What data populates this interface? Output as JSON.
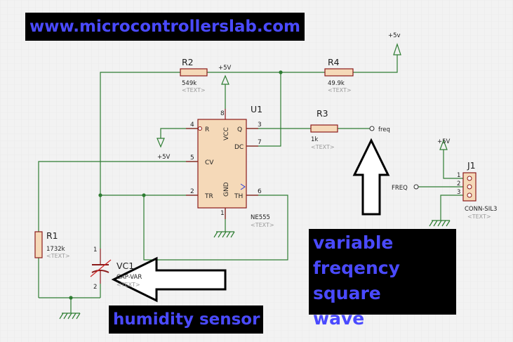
{
  "banners": {
    "website": "www.microcontrollerslab.com",
    "sensor": "humidity sensor",
    "output_line1": "variable",
    "output_line2": "freqency square",
    "output_line3": "wave"
  },
  "components": {
    "r1": {
      "ref": "R1",
      "value": "1732k",
      "placeholder": "<TEXT>"
    },
    "r2": {
      "ref": "R2",
      "value": "549k",
      "placeholder": "<TEXT>"
    },
    "r3": {
      "ref": "R3",
      "value": "1k",
      "placeholder": "<TEXT>"
    },
    "r4": {
      "ref": "R4",
      "value": "49.9k",
      "placeholder": "<TEXT>"
    },
    "u1": {
      "ref": "U1",
      "part": "NE555",
      "placeholder": "<TEXT>"
    },
    "vc1": {
      "ref": "VC1",
      "value": "CAP-VAR",
      "placeholder": "<TEXT>"
    },
    "j1": {
      "ref": "J1",
      "part": "CONN-SIL3",
      "placeholder": "<TEXT>"
    }
  },
  "ic_pins": {
    "r": "R",
    "vcc": "VCC",
    "q": "Q",
    "dc": "DC",
    "cv": "CV",
    "tr": "TR",
    "gnd": "GND",
    "th": "TH",
    "num_4": "4",
    "num_8": "8",
    "num_3": "3",
    "num_7": "7",
    "num_5": "5",
    "num_2": "2",
    "num_1": "1",
    "num_6": "6"
  },
  "power": {
    "plus5v_r2": "+5V",
    "plus5v_r4": "+5v",
    "plus5v_cv": "+5V",
    "plus5v_j1": "+5V"
  },
  "nets": {
    "freq_out": "freq",
    "freq_in": "FREQ"
  },
  "connector_pins": [
    "1",
    "2",
    "3"
  ],
  "cap_pins": [
    "1",
    "2"
  ],
  "colors": {
    "wire": "#2e7d32",
    "component": "#8b1a1a",
    "component_fill": "#f5d9b8",
    "banner_bg": "#000000",
    "banner_text": "#4a4aff"
  }
}
